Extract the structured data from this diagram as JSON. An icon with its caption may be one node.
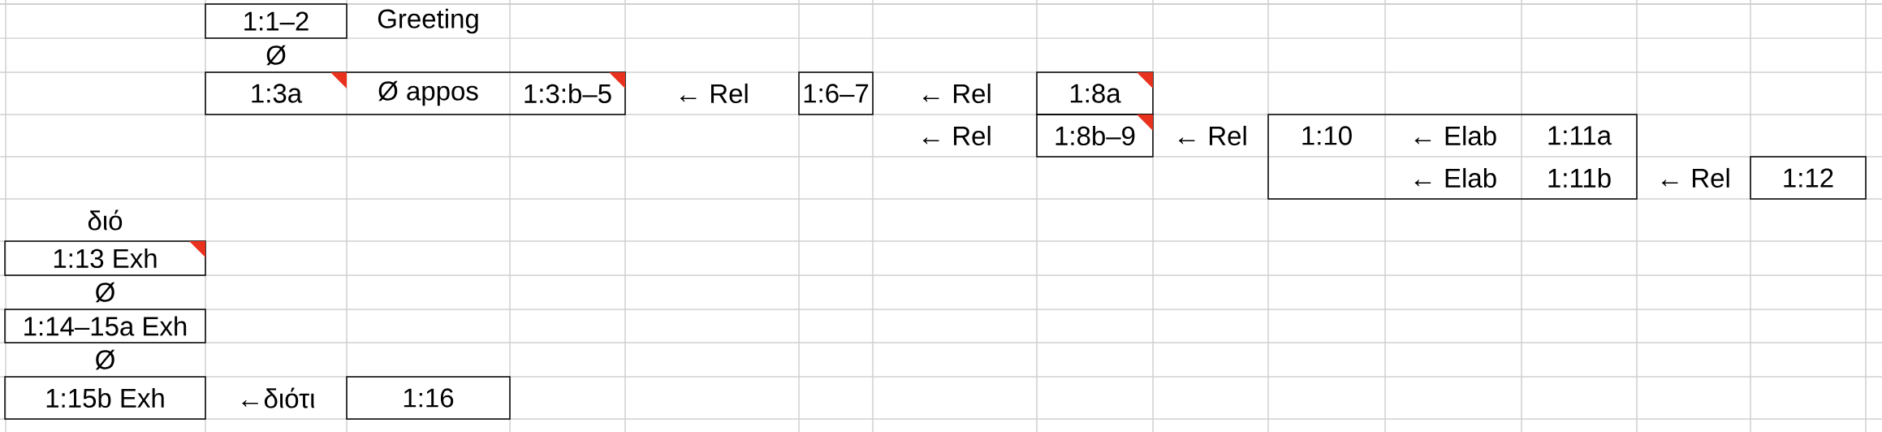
{
  "diagram": {
    "nodes": [
      {
        "text": [
          "1:1–2"
        ],
        "beside": [
          "Greeting"
        ]
      },
      {
        "text": [
          "1:3a",
          "Ø appos",
          "1:3:b–5"
        ]
      },
      {
        "text": [
          "1:6–7"
        ]
      },
      {
        "text": [
          "1:8a"
        ]
      },
      {
        "text": [
          "1:8b–9"
        ]
      },
      {
        "text": [
          "1:10",
          "← Elab",
          "1:11a",
          "← Elab",
          "1:11b"
        ]
      },
      {
        "text": [
          "1:12"
        ]
      },
      {
        "text": [
          "1:13 Exh"
        ]
      },
      {
        "text": [
          "1:14–15a Exh"
        ]
      },
      {
        "text": [
          "1:15b Exh"
        ]
      },
      {
        "text": [
          "1:16"
        ]
      }
    ],
    "labels": [
      "Ø",
      "← Rel",
      "← Rel",
      "← Rel",
      "← Rel",
      "← Rel",
      "διό",
      "Ø",
      "Ø",
      "←διότι"
    ]
  }
}
